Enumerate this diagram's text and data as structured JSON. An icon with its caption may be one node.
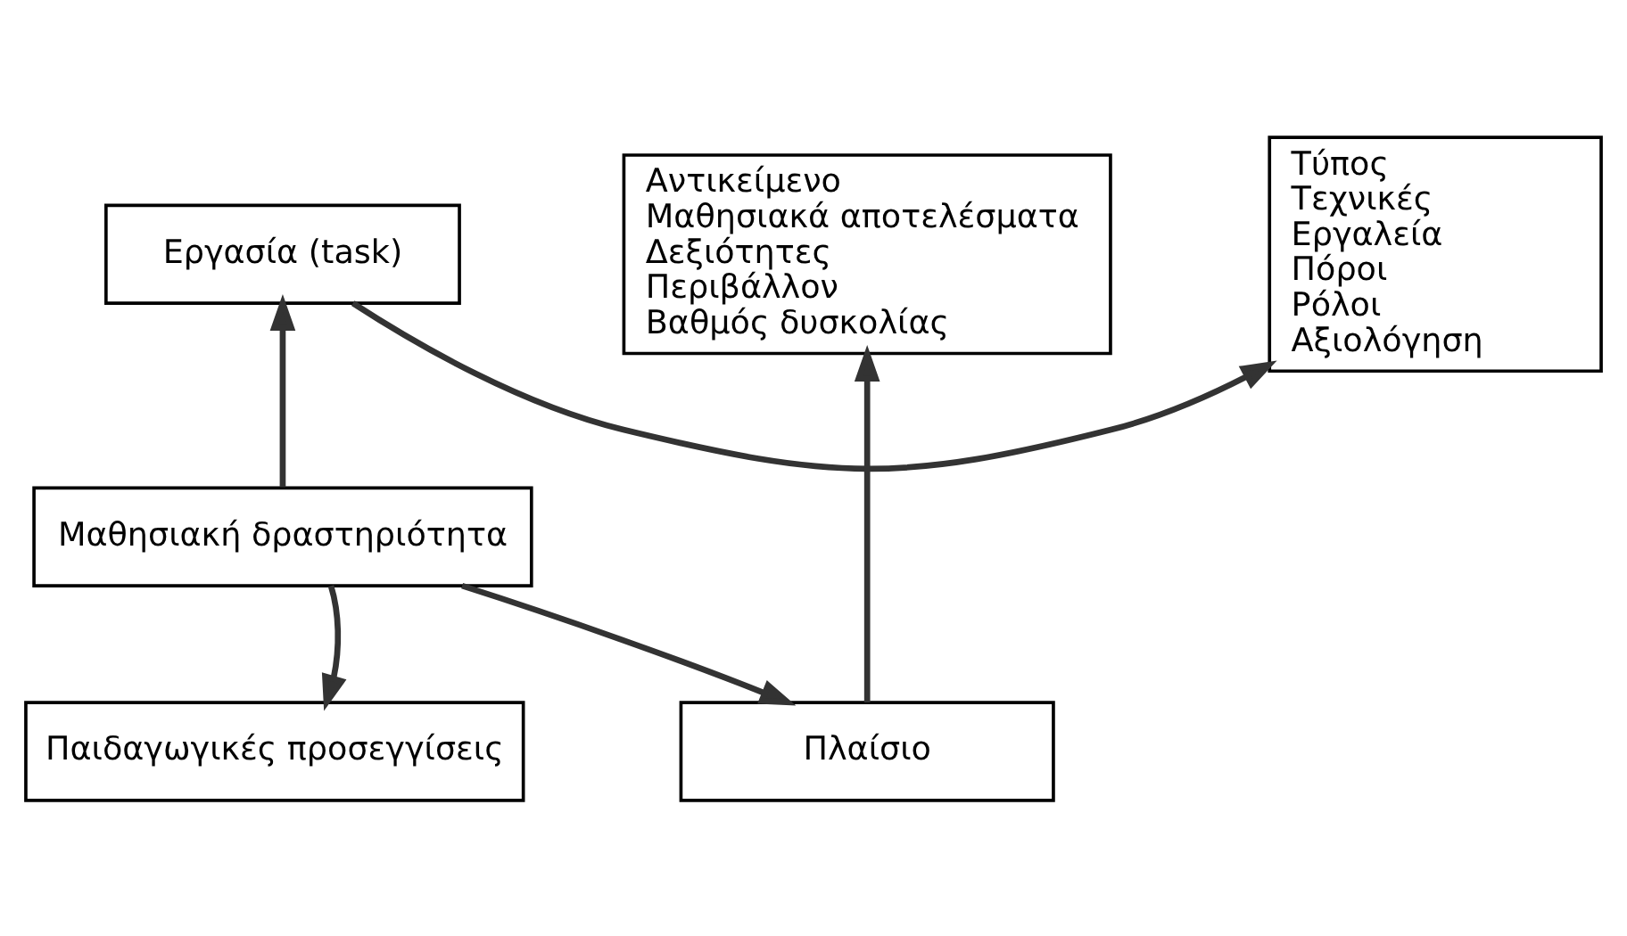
{
  "diagram": {
    "nodes": [
      {
        "text": [
          "Εργασία (task)"
        ]
      },
      {
        "text": [
          "Τύπος",
          "Τεχνικές",
          "Εργαλεία",
          "Πόροι",
          "Ρόλοι",
          "Αξιολόγηση"
        ]
      },
      {
        "text": [
          "Αντικείμενο",
          "Μαθησιακά αποτελέσματα",
          "Δεξιότητες",
          "Περιβάλλον",
          "Βαθμός δυσκολίας"
        ]
      },
      {
        "text": [
          "Μαθησιακή δραστηριότητα"
        ]
      },
      {
        "text": [
          "Πλαίσιο"
        ]
      },
      {
        "text": [
          "Παιδαγωγικές προσεγγίσεις"
        ]
      }
    ],
    "edges": [
      {
        "from": 3,
        "to": 0,
        "arrow": "to"
      },
      {
        "from": 0,
        "to": 1,
        "arrow": "to"
      },
      {
        "from": 3,
        "to": 4,
        "arrow": "to"
      },
      {
        "from": 4,
        "to": 2,
        "arrow": "to"
      },
      {
        "from": 3,
        "to": 5,
        "arrow": "to"
      }
    ]
  }
}
